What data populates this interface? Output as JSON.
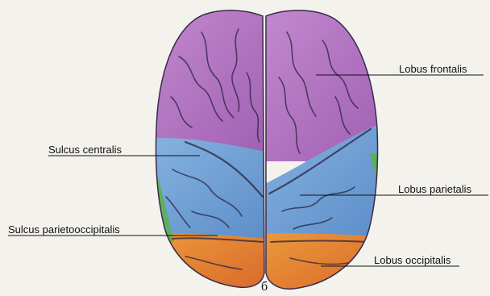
{
  "figure": {
    "letter": "б",
    "labels": {
      "lobus_frontalis": "Lobus frontalis",
      "sulcus_centralis": "Sulcus centralis",
      "lobus_parietalis": "Lobus parietalis",
      "sulcus_parietooccipitalis": "Sulcus parietooccipitalis",
      "lobus_occipitalis": "Lobus occipitalis"
    },
    "colors": {
      "frontal": "#b06dbd",
      "parietal": "#6f9ed4",
      "occipital": "#e07a2c",
      "temporal": "#5bb14e",
      "sulcus": "#2a2440"
    }
  }
}
